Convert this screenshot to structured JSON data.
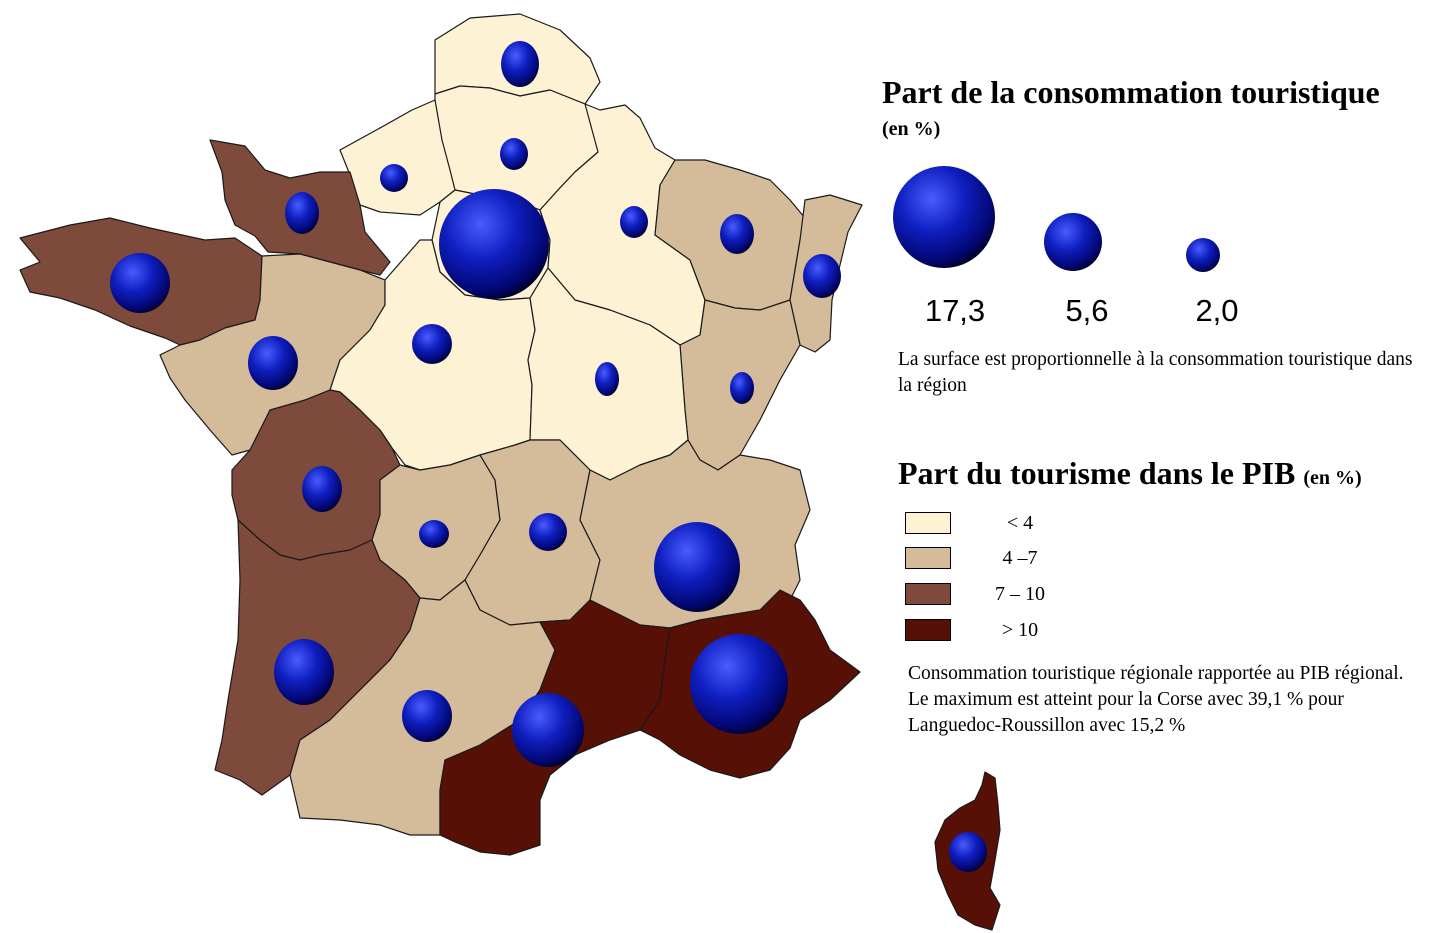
{
  "titles": {
    "consumption": "Part de la consommation touristique",
    "consumption_unit": "(en %)",
    "gdp": "Part du tourisme dans le PIB",
    "gdp_unit": "(en %)"
  },
  "bubble_legend": {
    "items": [
      {
        "label": "17,3",
        "value": 17.3
      },
      {
        "label": "5,6",
        "value": 5.6
      },
      {
        "label": "2,0",
        "value": 2.0
      }
    ],
    "note": "La surface est proportionnelle à la consommation touristique dans la région"
  },
  "color_legend": {
    "classes": [
      {
        "label": "< 4",
        "color": "#fdf3d4"
      },
      {
        "label": "4 –7",
        "color": "#d4bb9a"
      },
      {
        "label": "7 – 10",
        "color": "#7e4a3c"
      },
      {
        "label": "> 10",
        "color": "#561005"
      }
    ],
    "note": "Consommation touristique régionale rapportée au PIB régional. Le maximum est atteint pour la Corse avec 39,1 % pour Languedoc-Roussillon avec 15,2 %"
  },
  "colors": {
    "border": "#1a1a1a",
    "bubble_light": "#3b4bff",
    "bubble_mid": "#0a17b0",
    "bubble_dark": "#000033"
  }
}
